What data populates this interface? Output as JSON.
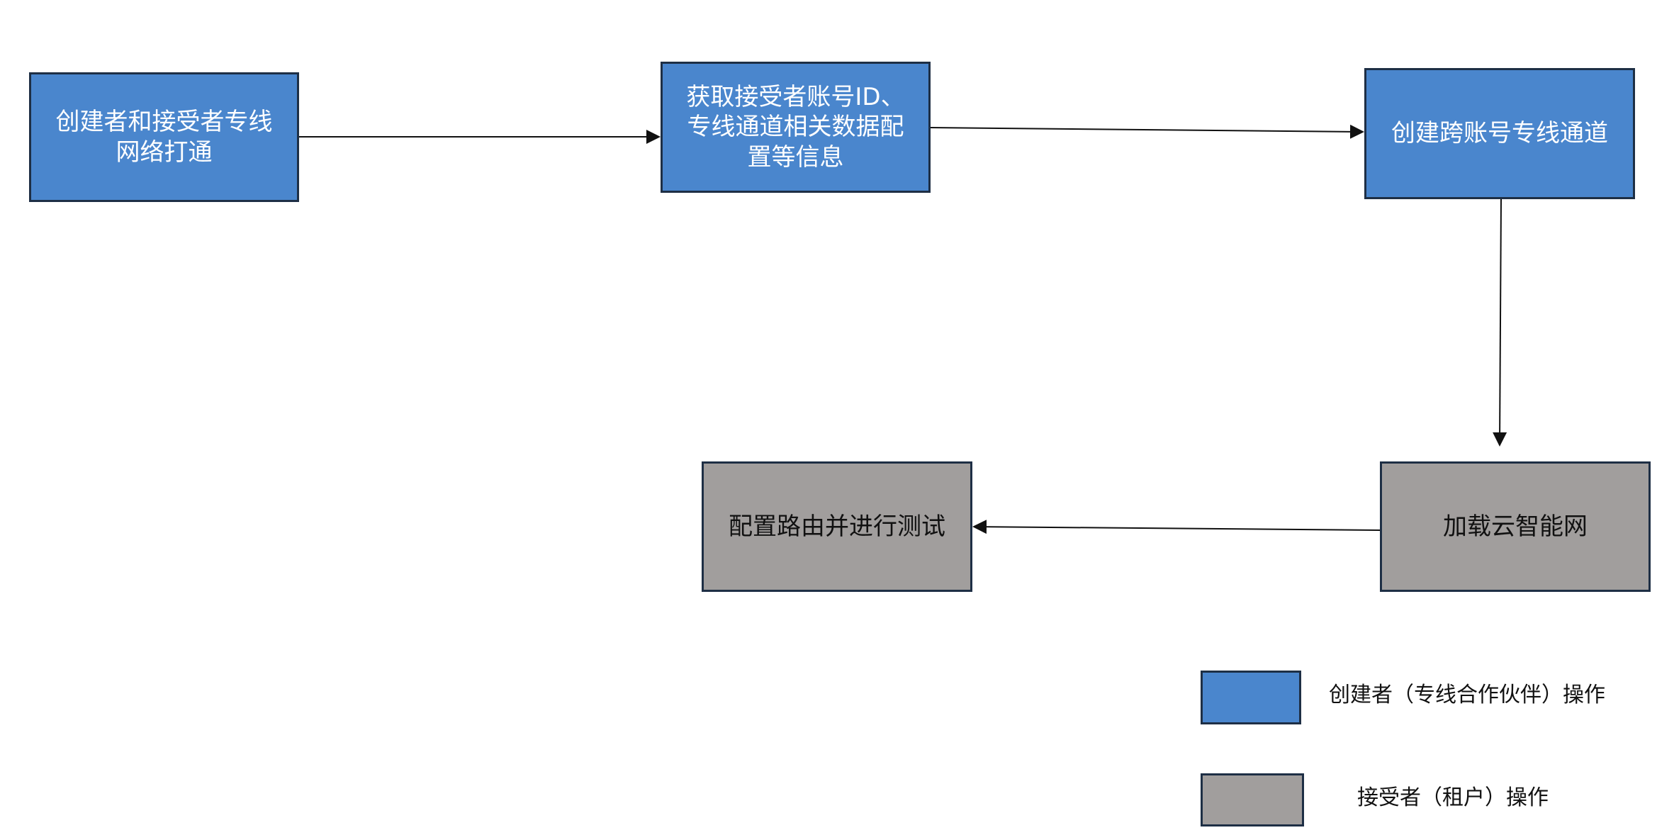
{
  "nodes": {
    "connect": {
      "lines": [
        "创建者和接受者专线",
        "网络打通"
      ],
      "role": "creator"
    },
    "collect": {
      "lines": [
        "获取接受者账号ID、",
        "专线通道相关数据配",
        "置等信息"
      ],
      "role": "creator"
    },
    "create_channel": {
      "lines": [
        "创建跨账号专线通道"
      ],
      "role": "creator"
    },
    "load_network": {
      "lines": [
        "加载云智能网"
      ],
      "role": "acceptor"
    },
    "route_test": {
      "lines": [
        "配置路由并进行测试"
      ],
      "role": "acceptor"
    }
  },
  "legend": {
    "creator": "创建者（专线合作伙伴）操作",
    "acceptor": "接受者（租户）操作"
  },
  "colors": {
    "creator": "#4a86cd",
    "acceptor": "#a19e9d",
    "border": "#1e2f45",
    "arrow": "#111111"
  },
  "edges": [
    {
      "from": "connect",
      "to": "collect"
    },
    {
      "from": "collect",
      "to": "create_channel"
    },
    {
      "from": "create_channel",
      "to": "load_network"
    },
    {
      "from": "load_network",
      "to": "route_test"
    }
  ]
}
